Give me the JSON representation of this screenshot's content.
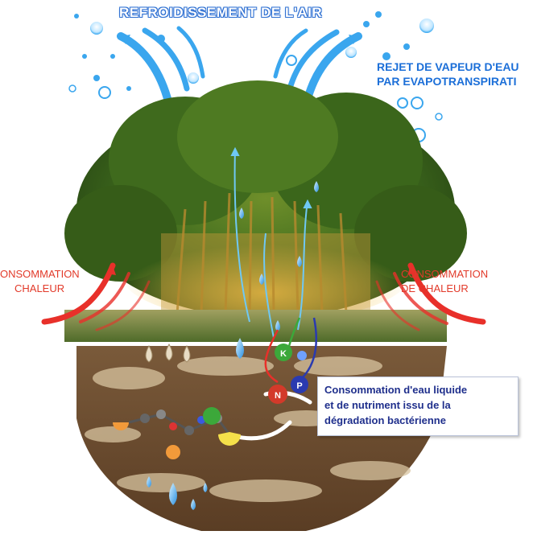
{
  "title": "REFROIDISSEMENT DE L'AIR",
  "vapour": {
    "line1": "REJET DE VAPEUR D'EAU",
    "line2": "PAR EVAPOTRANSPIRATI"
  },
  "heat_left": {
    "line1": "ONSOMMATION",
    "line2": "CHALEUR"
  },
  "heat_right": {
    "line1": "CONSOMMATION",
    "line2": "DE CHALEUR"
  },
  "info_box": {
    "line1": "Consommation d'eau liquide",
    "line2": "et de nutriment issu de la",
    "line3": "dégradation bactérienne"
  },
  "nutrients": {
    "k": "K",
    "p": "P",
    "n": "N"
  },
  "colors": {
    "title_outline": "#2f6fd0",
    "vapour_text": "#1c6fd8",
    "heat_text": "#e23a2a",
    "box_text": "#1f2f8c",
    "water_arrow": "#3aa6ee",
    "heat_arrow": "#e8302a"
  }
}
